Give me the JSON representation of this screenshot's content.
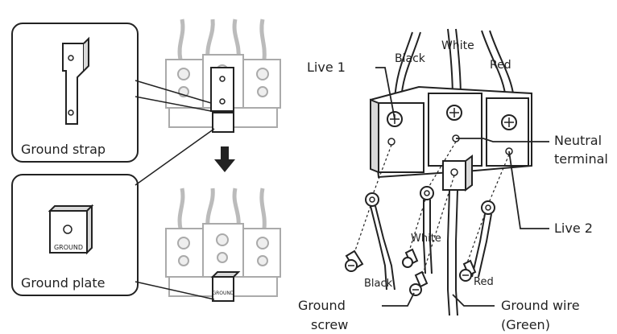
{
  "left_panel": {
    "ground_strap_label": "Ground strap",
    "ground_plate_label": "Ground plate",
    "plate_stamp_text": "GROUND"
  },
  "right_panel": {
    "wire_labels": {
      "black": "Black",
      "white": "White",
      "red": "Red"
    },
    "live1_label": "Live 1",
    "neutral_label_line1": "Neutral",
    "neutral_label_line2": "terminal",
    "live2_label": "Live 2",
    "ground_screw_line1": "Ground",
    "ground_screw_line2": "screw",
    "ground_wire_line1": "Ground wire",
    "ground_wire_line2": "(Green)",
    "lower_wire_labels": {
      "black": "Black",
      "white": "White",
      "red": "Red"
    }
  },
  "colors": {
    "ink": "#222222",
    "paper": "#ffffff",
    "fill_grey": "#d9d9d9",
    "wire_grey": "#bfbfbf"
  }
}
